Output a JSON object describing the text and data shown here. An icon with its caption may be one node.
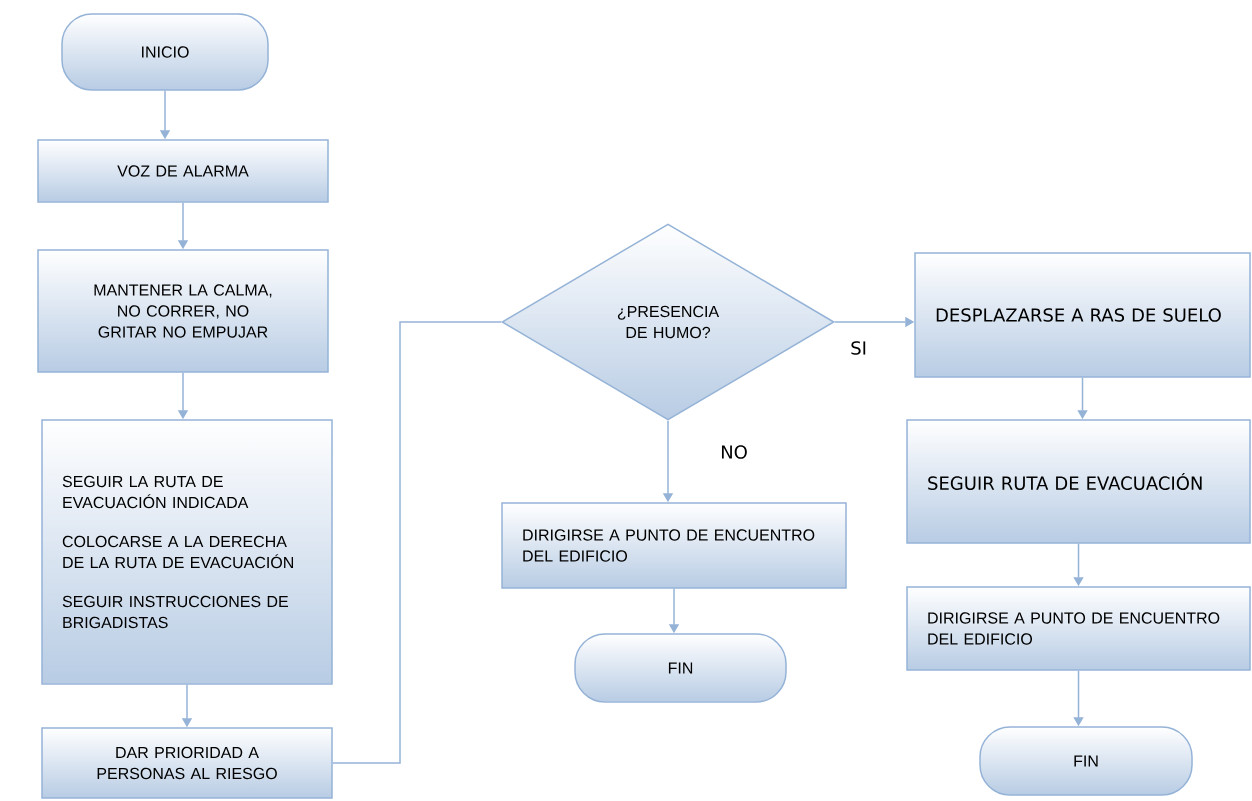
{
  "diagram": {
    "nodes": [
      {
        "text": [
          "INICIO"
        ]
      },
      {
        "text": [
          "VOZ DE ALARMA"
        ]
      },
      {
        "text": [
          "MANTENER LA CALMA, NO CORRER, NO GRITAR NO EMPUJAR"
        ]
      },
      {
        "text": [
          "SEGUIR LA RUTA DE EVACUACIÓN INDICADA",
          "COLOCARSE A LA DERECHA DE LA RUTA DE EVACUACIÓN",
          "SEGUIR INSTRUCCIONES DE BRIGADISTAS"
        ]
      },
      {
        "text": [
          "DAR PRIORIDAD A PERSONAS AL RIESGO"
        ]
      },
      {
        "text": [
          "¿PRESENCIA DE HUMO?"
        ]
      },
      {
        "text": [
          "DIRIGIRSE A PUNTO DE ENCUENTRO DEL EDIFICIO"
        ]
      },
      {
        "text": [
          "FIN"
        ]
      },
      {
        "text": [
          "DESPLAZARSE A RAS DE SUELO"
        ]
      },
      {
        "text": [
          "SEGUIR RUTA DE EVACUACIÓN"
        ]
      },
      {
        "text": [
          "DIRIGIRSE A PUNTO DE ENCUENTRO DEL EDIFICIO"
        ]
      },
      {
        "text": [
          "FIN"
        ]
      }
    ],
    "edges": [
      {
        "from": 0,
        "to": 1,
        "arrow": "to"
      },
      {
        "from": 1,
        "to": 2,
        "arrow": "to"
      },
      {
        "from": 2,
        "to": 3,
        "arrow": "to"
      },
      {
        "from": 3,
        "to": 4,
        "arrow": "to"
      },
      {
        "from": 4,
        "to": 5,
        "arrow": "none"
      },
      {
        "from": 5,
        "to": 8,
        "arrow": "to",
        "label": "SI"
      },
      {
        "from": 5,
        "to": 6,
        "arrow": "to",
        "label": "NO"
      },
      {
        "from": 6,
        "to": 7,
        "arrow": "to"
      },
      {
        "from": 8,
        "to": 9,
        "arrow": "to"
      },
      {
        "from": 9,
        "to": 10,
        "arrow": "to"
      },
      {
        "from": 10,
        "to": 11,
        "arrow": "to"
      }
    ]
  }
}
